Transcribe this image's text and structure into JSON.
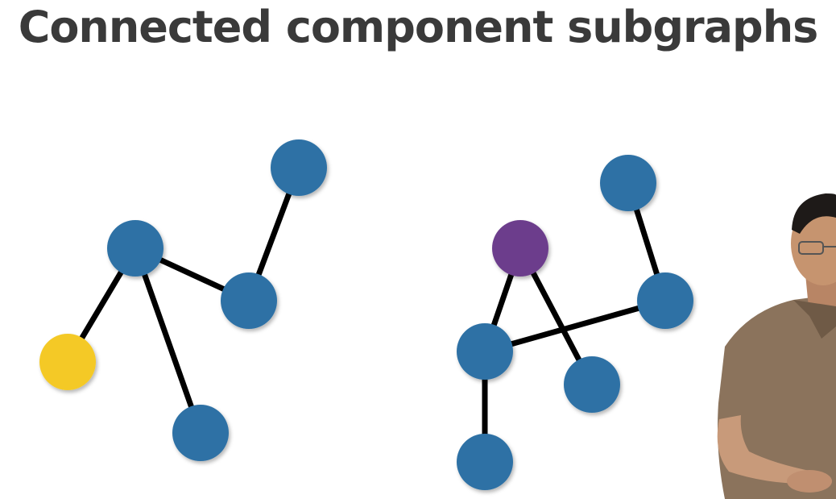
{
  "slide": {
    "title": "Connected component subgraphs"
  },
  "colors": {
    "edge": "#000000",
    "node_default": "#2d71a5",
    "node_highlight_yellow": "#f4c926",
    "node_highlight_purple": "#6c3d8c",
    "title_text": "#3a3a3a"
  },
  "graphs": [
    {
      "name": "left-component",
      "nodes": [
        {
          "id": "L1",
          "color": "node_default"
        },
        {
          "id": "L2",
          "color": "node_default"
        },
        {
          "id": "L3",
          "color": "node_default"
        },
        {
          "id": "L4",
          "color": "node_highlight_yellow"
        },
        {
          "id": "L5",
          "color": "node_default"
        }
      ],
      "edges": [
        [
          "L1",
          "L2"
        ],
        [
          "L2",
          "L3"
        ],
        [
          "L3",
          "L4"
        ],
        [
          "L3",
          "L5"
        ]
      ]
    },
    {
      "name": "right-component",
      "nodes": [
        {
          "id": "R1",
          "color": "node_default"
        },
        {
          "id": "R2",
          "color": "node_default"
        },
        {
          "id": "R3",
          "color": "node_highlight_purple"
        },
        {
          "id": "R4",
          "color": "node_default"
        },
        {
          "id": "R5",
          "color": "node_default"
        },
        {
          "id": "R6",
          "color": "node_default"
        }
      ],
      "edges": [
        [
          "R1",
          "R2"
        ],
        [
          "R2",
          "R4"
        ],
        [
          "R3",
          "R4"
        ],
        [
          "R3",
          "R5"
        ],
        [
          "R4",
          "R6"
        ]
      ]
    }
  ],
  "presenter": {
    "icon": "presenter-video-overlay"
  }
}
